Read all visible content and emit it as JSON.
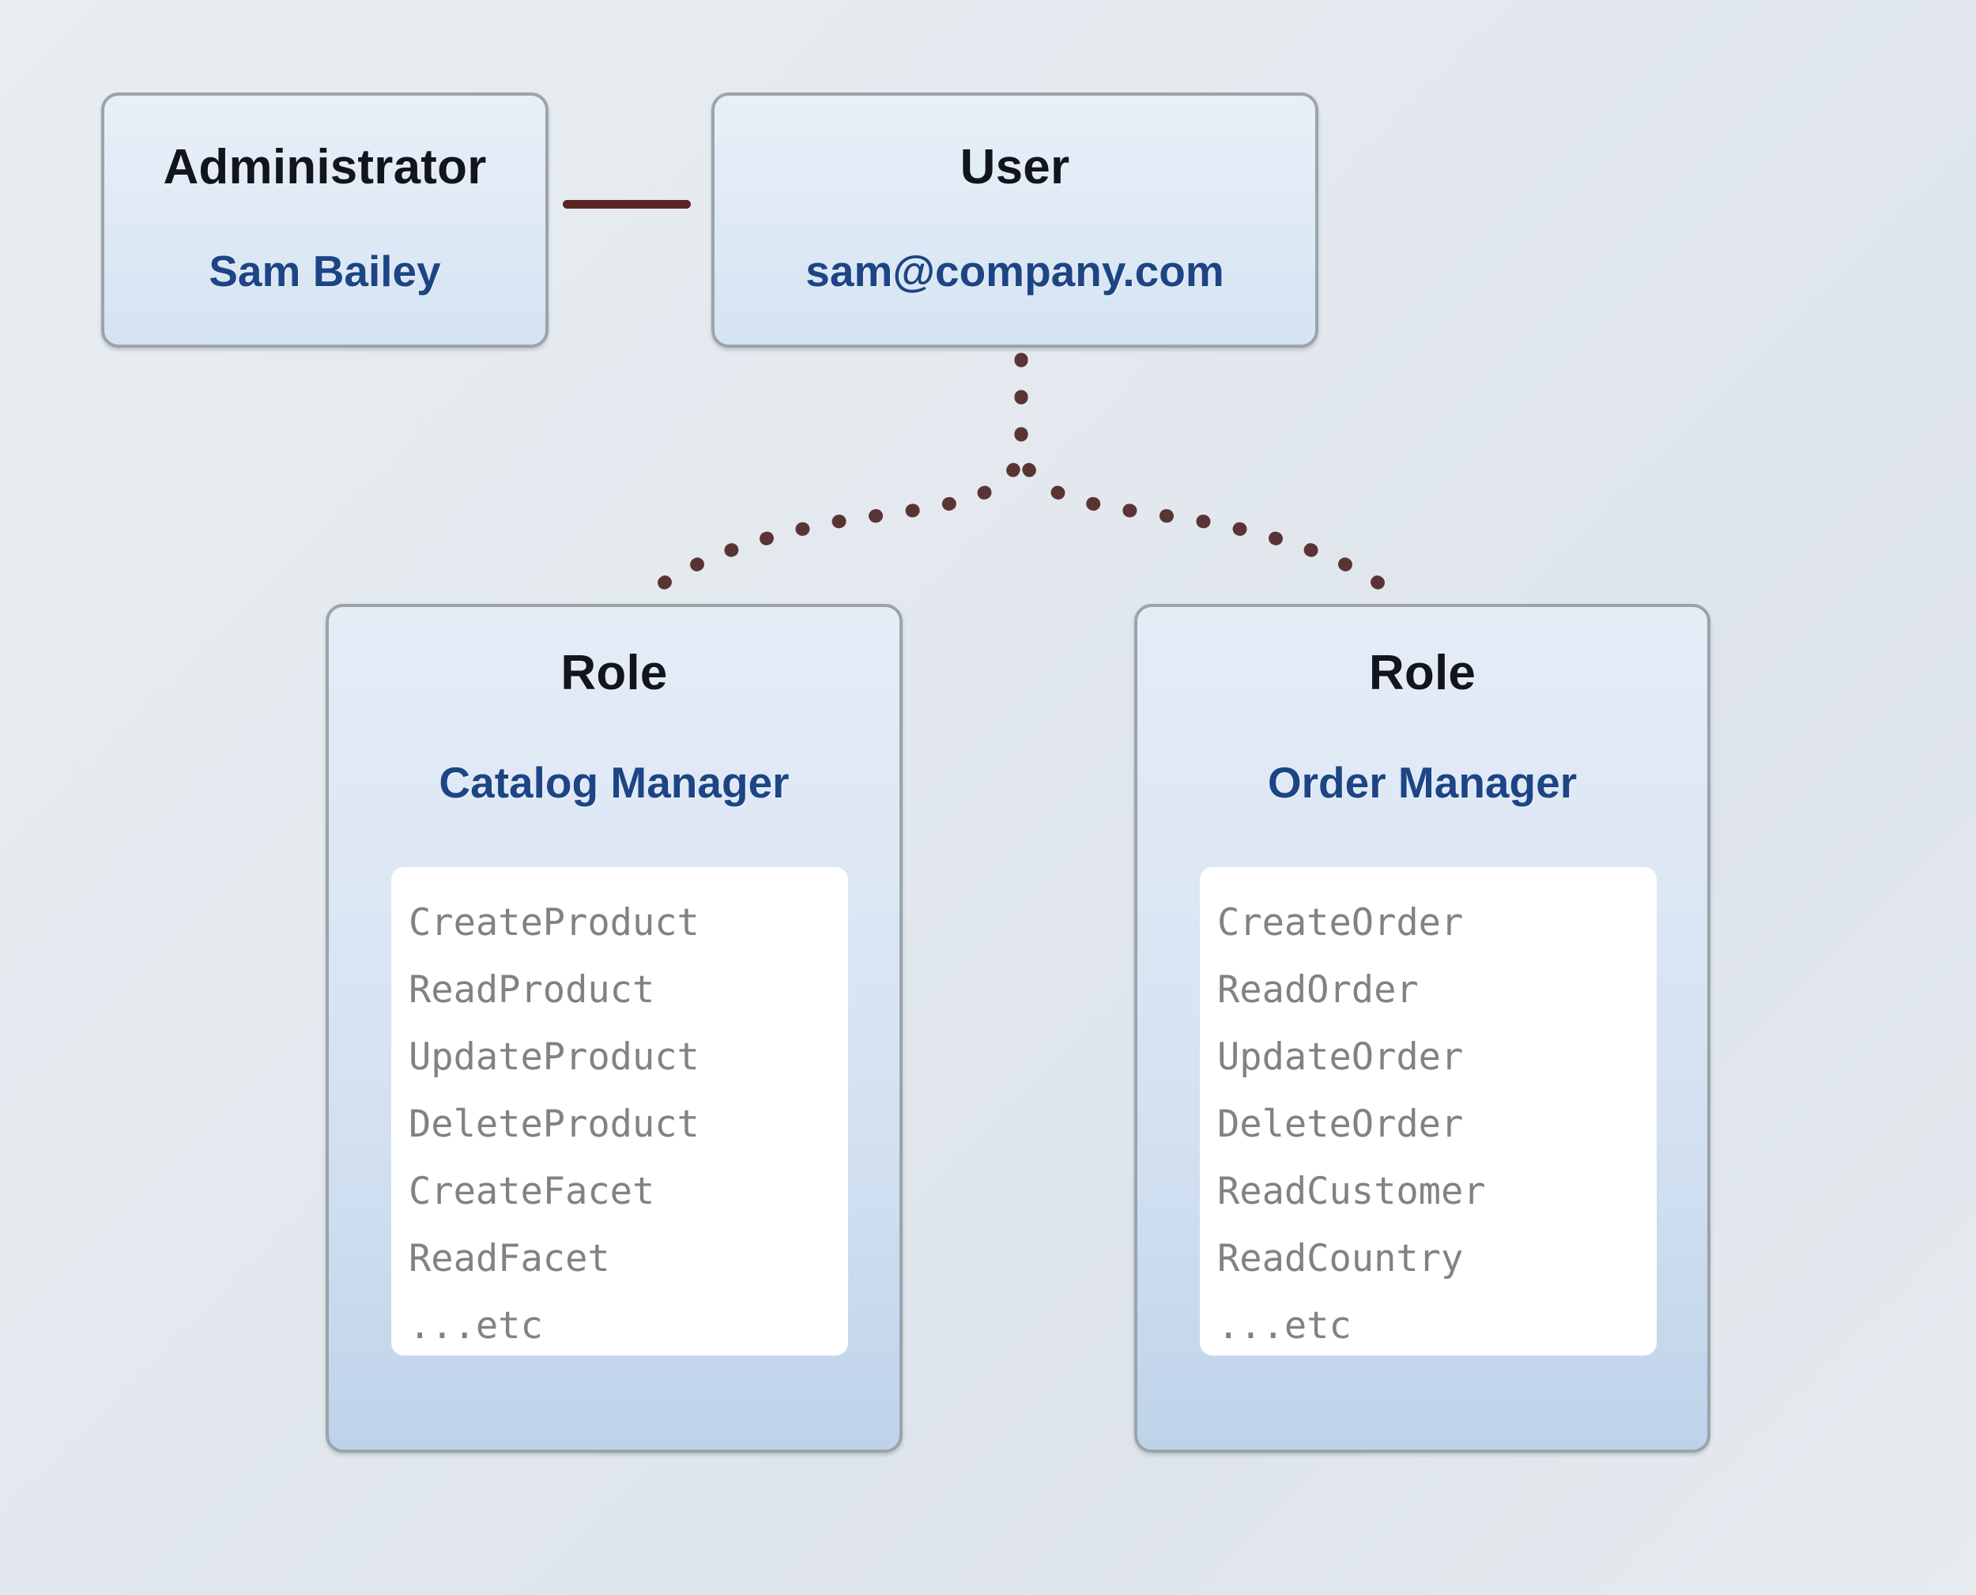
{
  "diagram": {
    "title_colors": {
      "heading": "#12161c",
      "value": "#1d4585",
      "permission": "#808284",
      "connector": "#5a3434",
      "association": "#5a2424",
      "card_border": "#9aa4ab",
      "panel_bg": "#ffffff",
      "page_bg": "#e3e9ee"
    },
    "admin": {
      "stereotype": "Administrator",
      "name": "Sam Bailey"
    },
    "user": {
      "stereotype": "User",
      "email": "sam@company.com"
    },
    "roles": [
      {
        "stereotype": "Role",
        "name": "Catalog Manager",
        "permissions": [
          "CreateProduct",
          "ReadProduct",
          "UpdateProduct",
          "DeleteProduct",
          "CreateFacet",
          "ReadFacet",
          "...etc"
        ]
      },
      {
        "stereotype": "Role",
        "name": "Order Manager",
        "permissions": [
          "CreateOrder",
          "ReadOrder",
          "UpdateOrder",
          "DeleteOrder",
          "ReadCustomer",
          "ReadCountry",
          "...etc"
        ]
      }
    ],
    "connections": [
      {
        "from": "Administrator",
        "to": "User",
        "style": "solid"
      },
      {
        "from": "User",
        "to": "Catalog Manager",
        "style": "dotted"
      },
      {
        "from": "User",
        "to": "Order Manager",
        "style": "dotted"
      }
    ]
  }
}
